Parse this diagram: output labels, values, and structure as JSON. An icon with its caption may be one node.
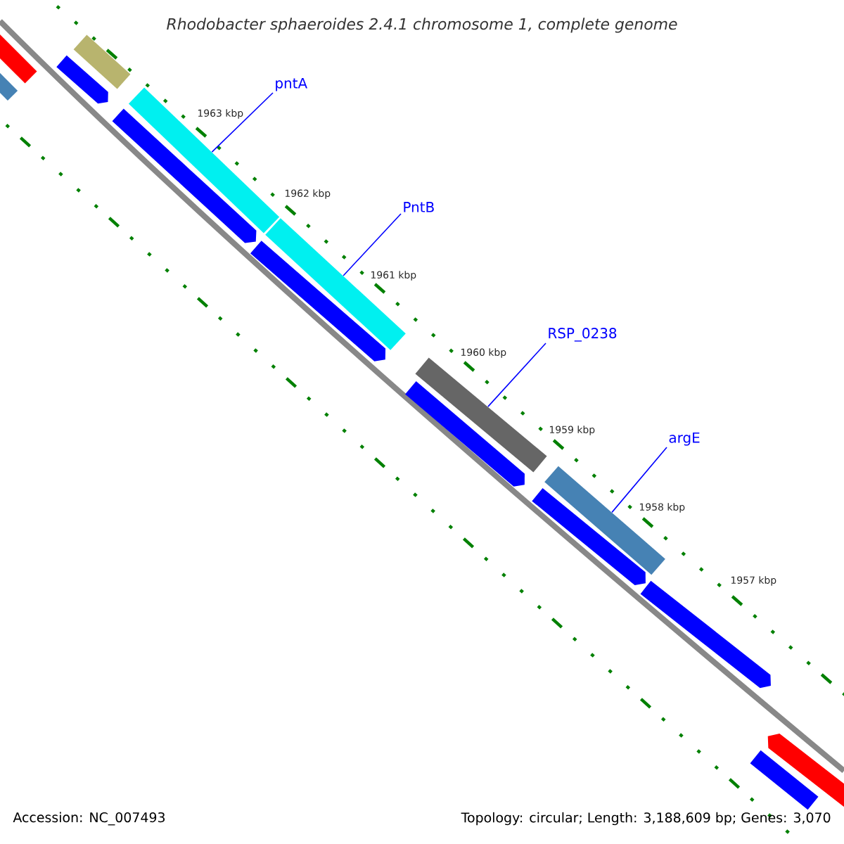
{
  "diagram": {
    "title": "Rhodobacter sphaeroides 2.4.1 chromosome 1, complete genome",
    "nodes": [
      {
        "text": [
          "pntA"
        ]
      },
      {
        "text": [],
        "shape": "bar"
      },
      {
        "text": [
          "PntB"
        ]
      },
      {
        "text": [],
        "shape": "bar"
      },
      {
        "text": [
          "RSP_0238"
        ]
      },
      {
        "text": [],
        "shape": "bar"
      },
      {
        "text": [
          "argE"
        ]
      },
      {
        "text": [],
        "shape": "bar"
      },
      {
        "text": [],
        "shape": "bar"
      },
      {
        "text": [],
        "shape": "bar"
      },
      {
        "text": [],
        "shape": "bar"
      },
      {
        "text": [],
        "shape": "bar"
      },
      {
        "text": [],
        "shape": "bar"
      },
      {
        "text": [],
        "shape": "bar"
      },
      {
        "text": [],
        "shape": "bar"
      },
      {
        "text": [],
        "shape": "bar"
      },
      {
        "text": [],
        "shape": "bar"
      },
      {
        "text": [],
        "shape": "bar"
      },
      {
        "text": [],
        "shape": "bar"
      }
    ],
    "edges": [
      {
        "from": 0,
        "to": 1,
        "arrow": "none"
      },
      {
        "from": 2,
        "to": 3,
        "arrow": "none"
      },
      {
        "from": 4,
        "to": 5,
        "arrow": "none"
      },
      {
        "from": 6,
        "to": 7,
        "arrow": "none"
      }
    ],
    "labels": [
      "1963 kbp",
      "1962 kbp",
      "1961 kbp",
      "1960 kbp",
      "1959 kbp",
      "1958 kbp",
      "1957 kbp",
      "Accession: NC_007493",
      "Topology: circular; Length: 3,188,609 bp; Genes: 3,070"
    ]
  }
}
